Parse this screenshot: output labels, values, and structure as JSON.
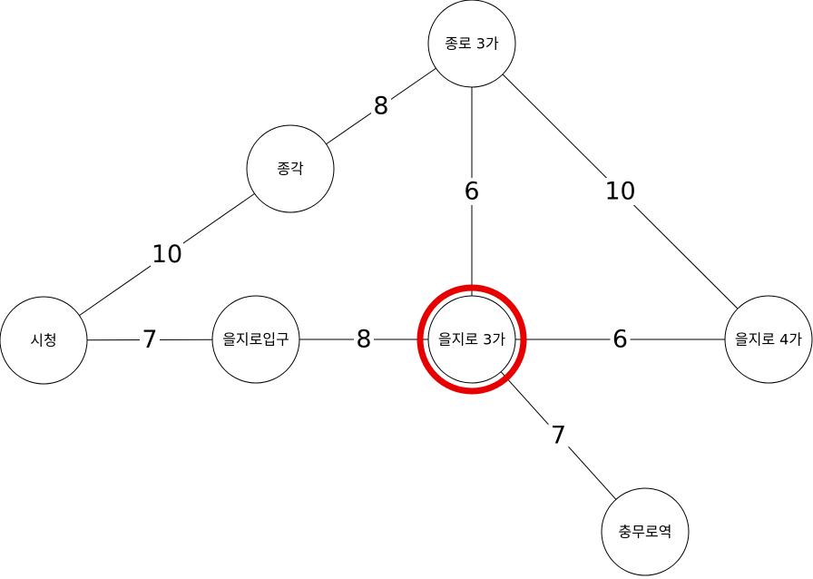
{
  "diagram": {
    "type": "weighted-graph",
    "highlight_color": "#e60000",
    "highlighted_node": "euljiro3ga",
    "nodes": [
      {
        "id": "jongno3ga",
        "label": "종로 3가"
      },
      {
        "id": "jonggak",
        "label": "종각"
      },
      {
        "id": "cityhall",
        "label": "시청"
      },
      {
        "id": "euljiro1ga",
        "label": "을지로입구"
      },
      {
        "id": "euljiro3ga",
        "label": "을지로 3가"
      },
      {
        "id": "euljiro4ga",
        "label": "을지로 4가"
      },
      {
        "id": "chungmuro",
        "label": "충무로역"
      }
    ],
    "edges": [
      {
        "from": "jongno3ga",
        "to": "jonggak",
        "weight": "8"
      },
      {
        "from": "jongno3ga",
        "to": "euljiro3ga",
        "weight": "6"
      },
      {
        "from": "jongno3ga",
        "to": "euljiro4ga",
        "weight": "10"
      },
      {
        "from": "jonggak",
        "to": "cityhall",
        "weight": "10"
      },
      {
        "from": "cityhall",
        "to": "euljiro1ga",
        "weight": "7"
      },
      {
        "from": "euljiro1ga",
        "to": "euljiro3ga",
        "weight": "8"
      },
      {
        "from": "euljiro3ga",
        "to": "euljiro4ga",
        "weight": "6"
      },
      {
        "from": "euljiro3ga",
        "to": "chungmuro",
        "weight": "7"
      }
    ]
  }
}
